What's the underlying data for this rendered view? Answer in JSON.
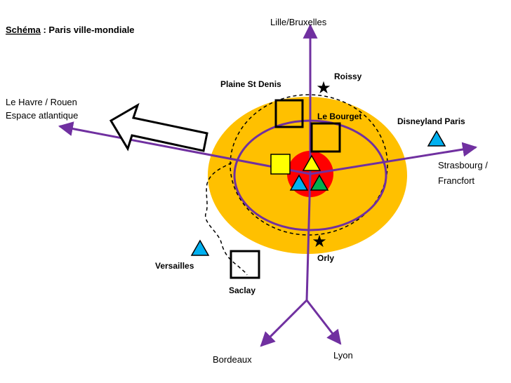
{
  "title": {
    "prefix": "Schéma",
    "rest": " : Paris ville-mondiale"
  },
  "directions": {
    "north": "Lille/Bruxelles",
    "west_1": "Le Havre / Rouen",
    "west_2": "Espace atlantique",
    "east_1": "Strasbourg /",
    "east_2": "Francfort",
    "south_west": "Bordeaux",
    "south_east": "Lyon"
  },
  "places": {
    "roissy": "Roissy",
    "plaine": "Plaine St Denis",
    "bourget": "Le Bourget",
    "disney": "Disneyland Paris",
    "orly": "Orly",
    "versailles": "Versailles",
    "saclay": "Saclay"
  },
  "colors": {
    "orange": "#FFC000",
    "red": "#FF0000",
    "purple": "#7030A0",
    "yellow": "#FFFF00",
    "blue": "#00B0F0",
    "green": "#00B050"
  }
}
